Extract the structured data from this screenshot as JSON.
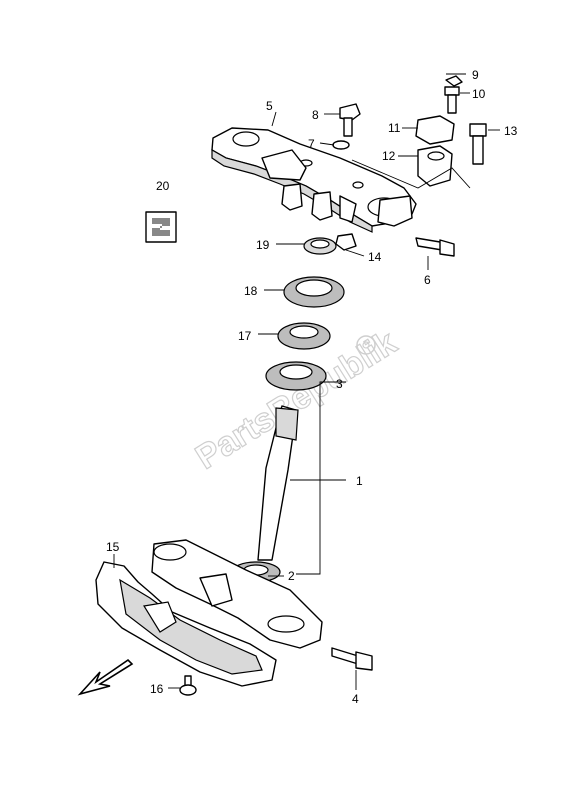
{
  "watermark": "PartsRepublik",
  "callouts": [
    {
      "id": "c1",
      "label": "1"
    },
    {
      "id": "c2",
      "label": "2"
    },
    {
      "id": "c3",
      "label": "3"
    },
    {
      "id": "c4",
      "label": "4"
    },
    {
      "id": "c5",
      "label": "5"
    },
    {
      "id": "c6",
      "label": "6"
    },
    {
      "id": "c7",
      "label": "7"
    },
    {
      "id": "c8",
      "label": "8"
    },
    {
      "id": "c9",
      "label": "9"
    },
    {
      "id": "c10",
      "label": "10"
    },
    {
      "id": "c11",
      "label": "11"
    },
    {
      "id": "c12",
      "label": "12"
    },
    {
      "id": "c13",
      "label": "13"
    },
    {
      "id": "c14",
      "label": "14"
    },
    {
      "id": "c15",
      "label": "15"
    },
    {
      "id": "c16",
      "label": "16"
    },
    {
      "id": "c17",
      "label": "17"
    },
    {
      "id": "c18",
      "label": "18"
    },
    {
      "id": "c19",
      "label": "19"
    },
    {
      "id": "c20",
      "label": "20"
    }
  ],
  "colors": {
    "line": "#000000",
    "fill": "#ffffff",
    "shade": "#d9d9d9",
    "watermark": "#cfcfcf"
  }
}
